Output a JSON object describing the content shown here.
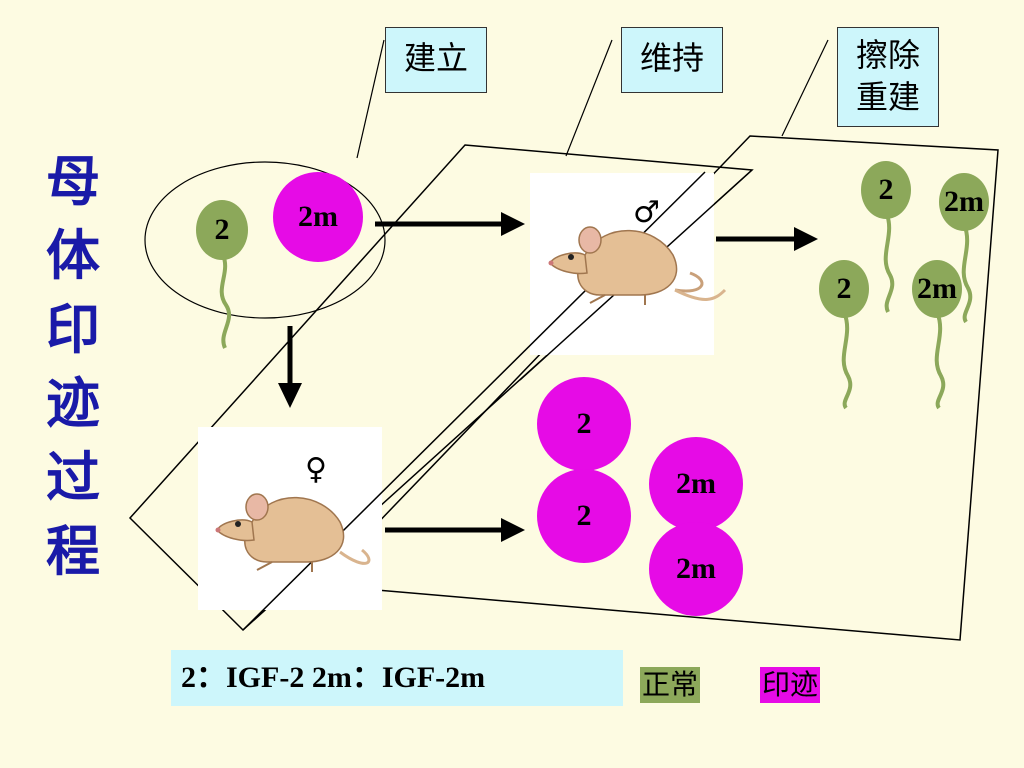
{
  "title_chars": [
    "母",
    "体",
    "印",
    "迹",
    "过",
    "程"
  ],
  "stages": {
    "establish": "建立",
    "maintain": "维持",
    "erase_line1": "擦除",
    "erase_line2": "重建"
  },
  "embryo": {
    "normal": "2",
    "imprinted": "2m"
  },
  "male_symbol": "♂",
  "female_symbol": "♀",
  "sperm_labels": [
    "2",
    "2m",
    "2",
    "2m"
  ],
  "egg_labels": [
    "2",
    "2",
    "2m",
    "2m"
  ],
  "legend": {
    "definition": "2：IGF-2  2m：IGF-2m",
    "normal_label": "正常",
    "imprint_label": "印迹",
    "normal_color": "#8ca85a",
    "imprint_color": "#e60be6"
  },
  "colors": {
    "title": "#1a1aa8",
    "sperm_head": "#8ca85a",
    "egg": "#e60be6",
    "stage_box": "#cdf6fb"
  }
}
